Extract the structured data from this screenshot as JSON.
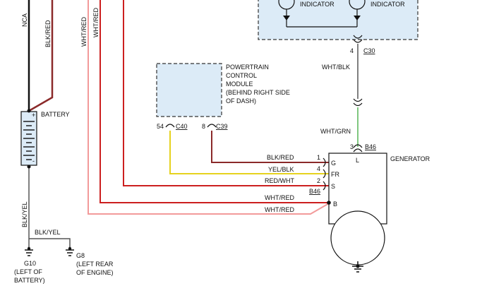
{
  "colors": {
    "black": "#111111",
    "blk_red": "#8b2a2a",
    "red": "#cc1f1f",
    "wht_red": "#f29a9a",
    "yellow": "#e6d21e",
    "green": "#7fc77f",
    "module_fill": "#dcebf7",
    "module_border": "#333333",
    "ground_wire": "#555555"
  },
  "labels": {
    "nca": "NCA",
    "blk_red_top": "BLK/RED",
    "wht_red_a": "WHT/RED",
    "wht_red_b": "WHT/RED",
    "battery": "BATTERY",
    "plus": "+",
    "minus": "-",
    "indicator_left": "INDICATOR",
    "indicator_right": "INDICATOR",
    "c30_pin": "4",
    "c30": "C30",
    "wht_blk": "WHT/BLK",
    "pcm_line1": "POWERTRAIN",
    "pcm_line2": "CONTROL",
    "pcm_line3": "MODULE",
    "pcm_line4": "(BEHIND RIGHT SIDE",
    "pcm_line5": "OF DASH)",
    "pin54": "54",
    "c40": "C40",
    "pin8": "8",
    "c39": "C39",
    "wht_grn": "WHT/GRN",
    "pin3": "3",
    "b46_top": "B46",
    "pin_l": "L",
    "generator": "GENERATOR",
    "w_blk_red": "BLK/RED",
    "w_yel_blk": "YEL/BLK",
    "w_red_wht": "RED/WHT",
    "w_wht_red1": "WHT/RED",
    "w_wht_red2": "WHT/RED",
    "pin1": "1",
    "pin4": "4",
    "pin2": "2",
    "pin_g": "G",
    "pin_fr": "FR",
    "pin_s": "S",
    "pin_b": "B",
    "b46_bottom": "B46",
    "blk_yel_vert": "BLK/YEL",
    "blk_yel_horiz": "BLK/YEL",
    "g10": "G10",
    "g10_l1": "(LEFT OF",
    "g10_l2": "BATTERY)",
    "g8": "G8",
    "g8_l1": "(LEFT REAR",
    "g8_l2": "OF ENGINE)"
  }
}
